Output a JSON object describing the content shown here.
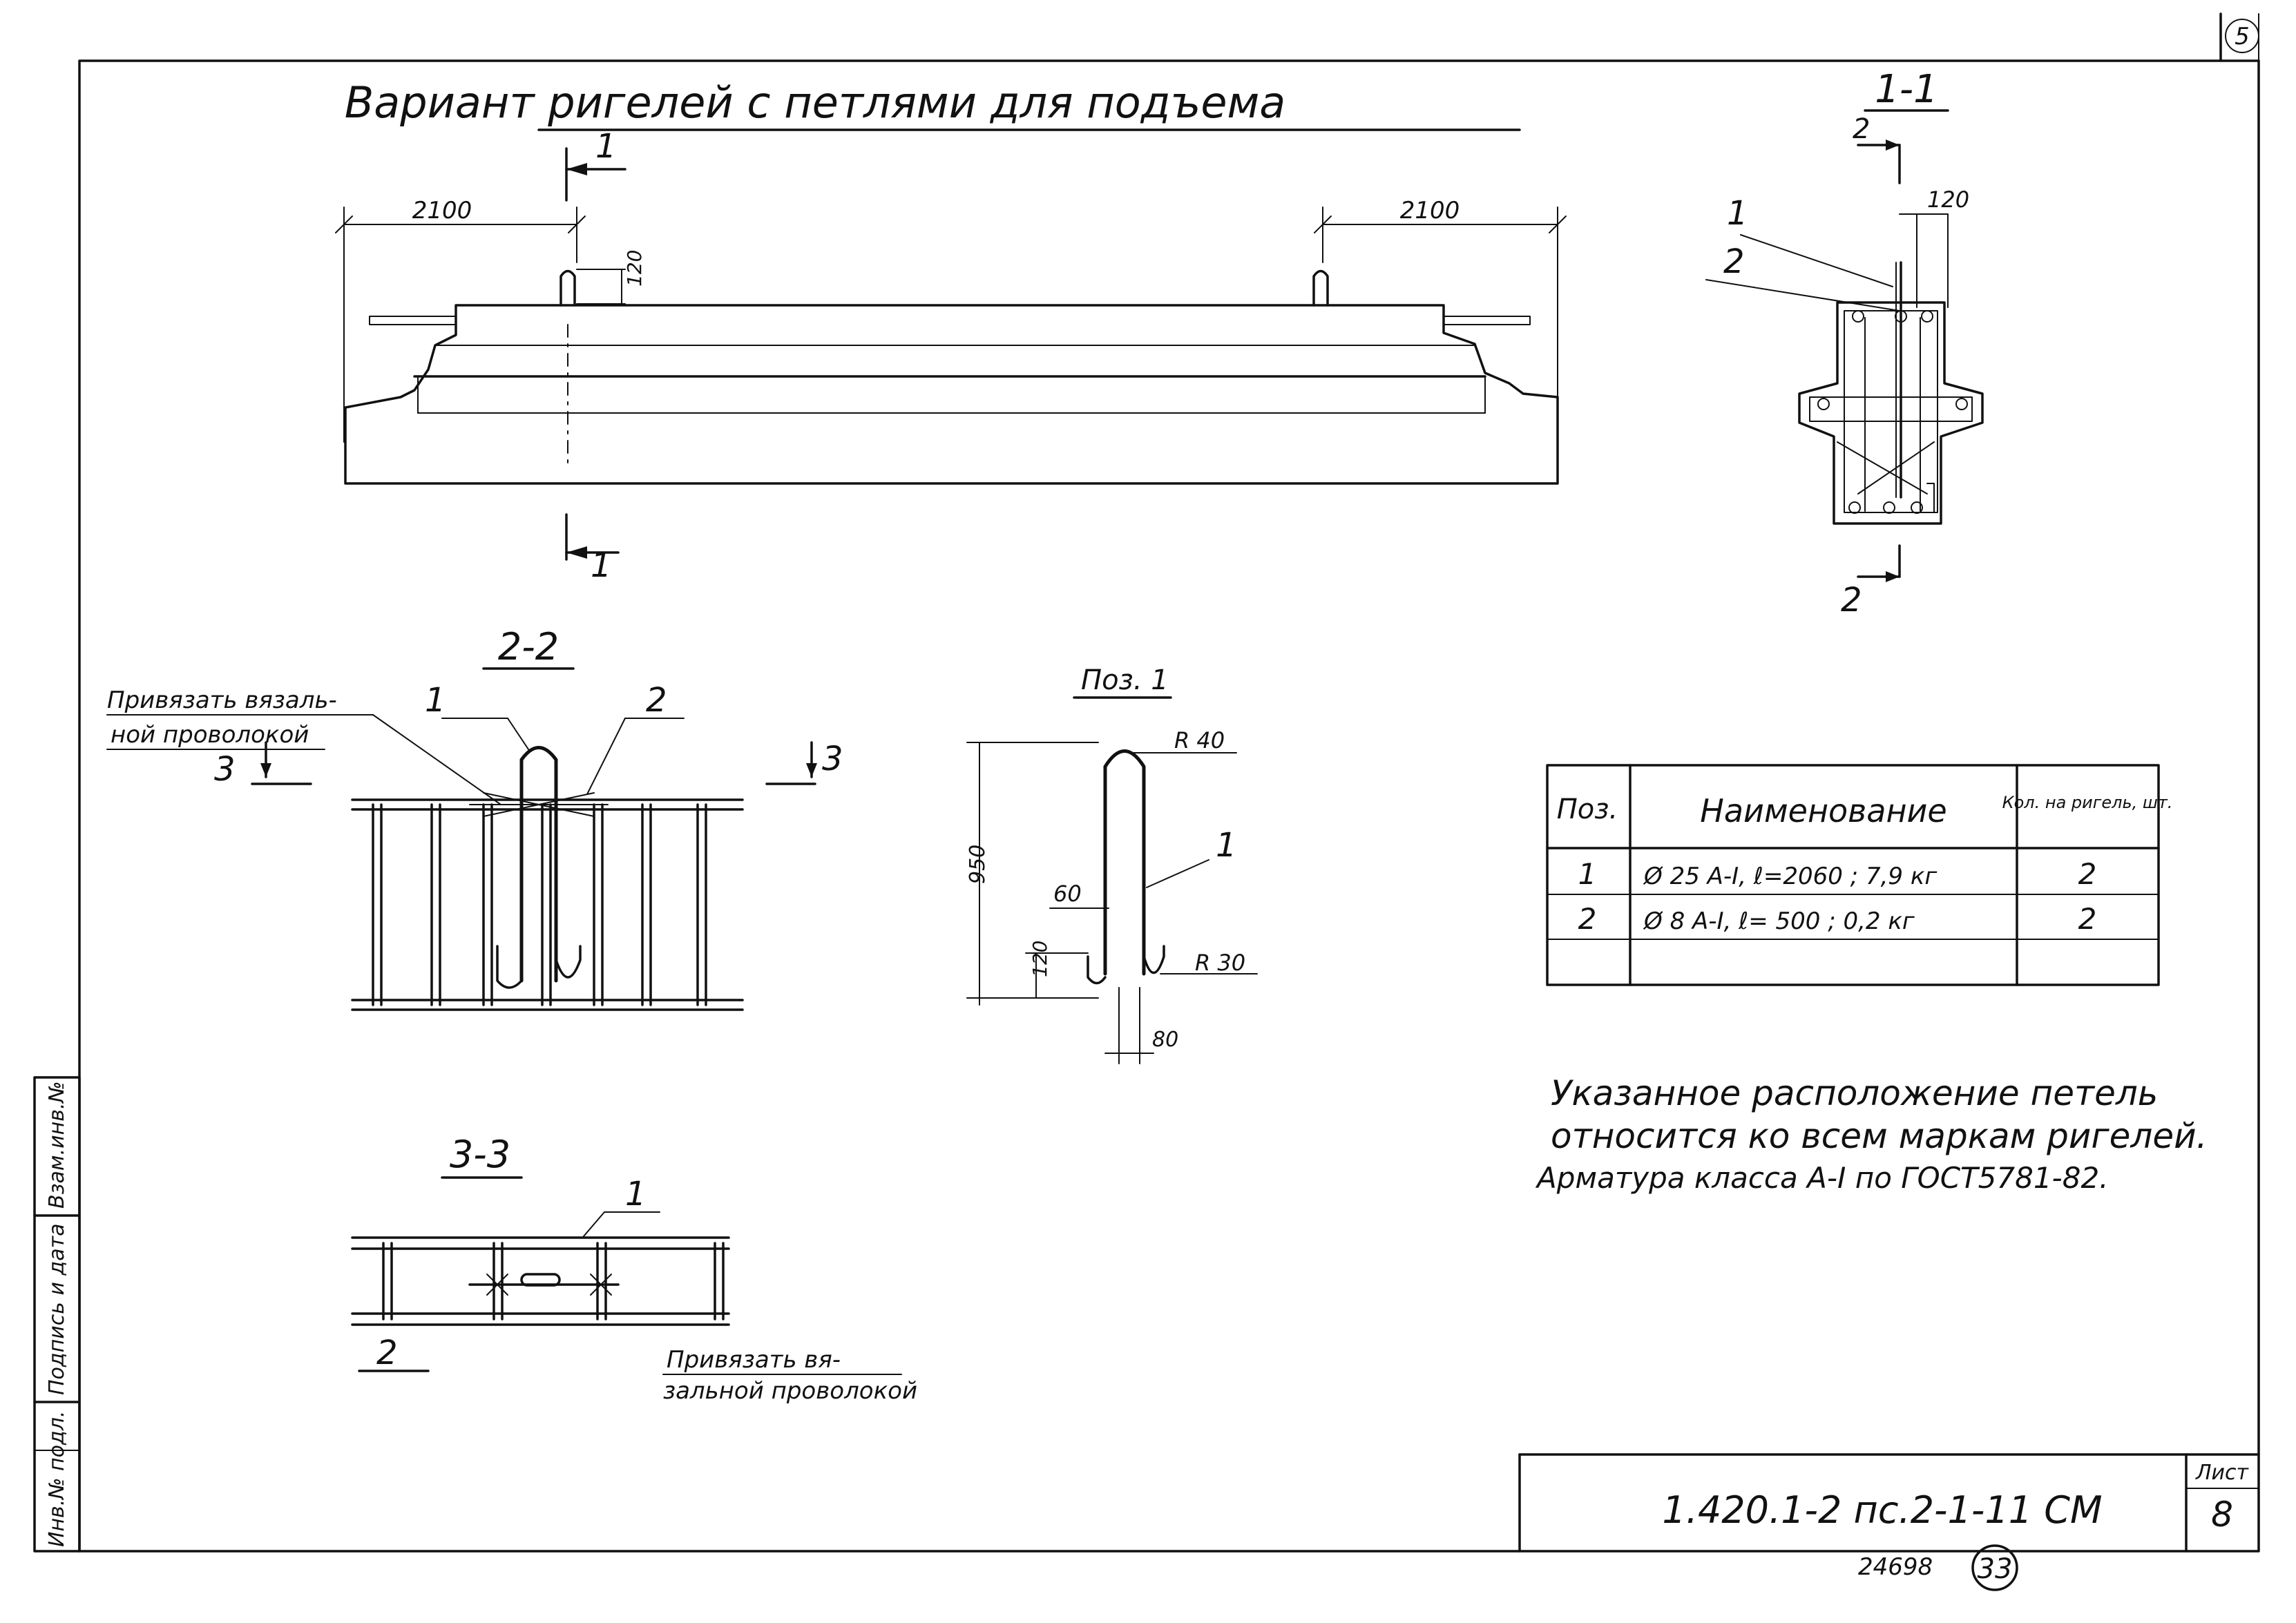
{
  "corner_mark": "5",
  "title": "Вариант ригелей с петлями для подъема",
  "elevation": {
    "section_marks": [
      "1",
      "1"
    ],
    "dim_left": "2100",
    "dim_right": "2100",
    "dim_loop": "120"
  },
  "section_1_1": {
    "title": "1-1",
    "mark_top": "2",
    "mark_bottom": "2",
    "dim_top": "120",
    "callout_1": "1",
    "callout_2": "2"
  },
  "section_2_2": {
    "title": "2-2",
    "note": [
      "Привязать вязаль-",
      "ной проволокой"
    ],
    "callout_1": "1",
    "callout_2": "2",
    "mark_left": "3",
    "mark_right": "3"
  },
  "section_3_3": {
    "title": "3-3",
    "callout_1": "1",
    "mark": "2",
    "note": [
      "Привязать вя-",
      "зальной проволокой"
    ]
  },
  "pos1": {
    "title": "Поз. 1",
    "r_top": "R 40",
    "r_bottom": "R 30",
    "dim_height": "950",
    "dim_hook": "120",
    "dim_60": "60",
    "dim_80": "80",
    "callout": "1"
  },
  "spec_table": {
    "headers": [
      "Поз.",
      "Наименование",
      "Кол. на ригель, шт."
    ],
    "rows": [
      {
        "pos": "1",
        "name": "Ø 25 A-I, ℓ=2060 ; 7,9 кг",
        "qty": "2"
      },
      {
        "pos": "2",
        "name": "Ø 8 A-I, ℓ= 500 ; 0,2 кг",
        "qty": "2"
      },
      {
        "pos": "",
        "name": "",
        "qty": ""
      }
    ]
  },
  "notes": [
    "Указанное расположение петель",
    "относится ко всем маркам ригелей.",
    "Арматура класса А-I по ГОСТ5781-82."
  ],
  "side_stamp": [
    "Инв.№ подл.",
    "Подпись и дата",
    "Взам.инв.№"
  ],
  "title_block": {
    "code": "1.420.1-2 пс.2-1-11 СМ",
    "sheet_label": "Лист",
    "sheet_number": "8"
  },
  "archive_number": "24698",
  "circle_number": "33"
}
